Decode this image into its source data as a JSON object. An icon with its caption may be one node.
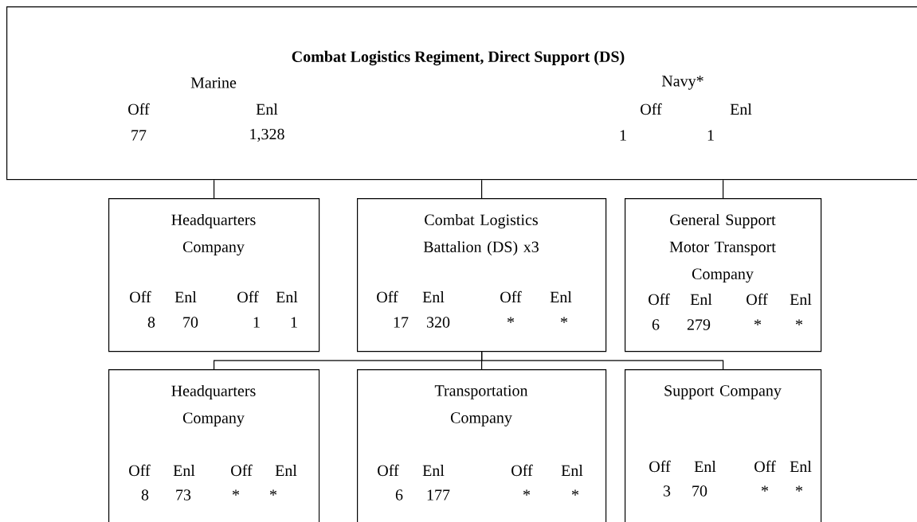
{
  "diagram": {
    "nodes": [
      {
        "text": [
          "Combat Logistics Regiment, Direct Support (DS)",
          "Marine",
          "Navy*",
          "Off",
          "Enl",
          "77",
          "1,328",
          "Off",
          "Enl",
          "1",
          "1"
        ]
      },
      {
        "text": [
          "Headquarters Company",
          "Off",
          "Enl",
          "Off",
          "Enl",
          "8",
          "70",
          "1",
          "1"
        ]
      },
      {
        "text": [
          "Combat Logistics Battalion (DS) x3",
          "Off",
          "Enl",
          "Off",
          "Enl",
          "17",
          "320",
          "*",
          "*"
        ]
      },
      {
        "text": [
          "General Support Motor Transport Company",
          "Off",
          "Enl",
          "Off",
          "Enl",
          "6",
          "279",
          "*",
          "*"
        ]
      },
      {
        "text": [
          "Headquarters Company",
          "Off",
          "Enl",
          "Off",
          "Enl",
          "8",
          "73",
          "*",
          "*"
        ]
      },
      {
        "text": [
          "Transportation Company",
          "Off",
          "Enl",
          "Off",
          "Enl",
          "6",
          "177",
          "*",
          "*"
        ]
      },
      {
        "text": [
          "Support Company",
          "Off",
          "Enl",
          "Off",
          "Enl",
          "3",
          "70",
          "*",
          "*"
        ]
      }
    ],
    "edges": [
      {
        "from": 0,
        "to": 1,
        "arrow": "none"
      },
      {
        "from": 0,
        "to": 2,
        "arrow": "none"
      },
      {
        "from": 0,
        "to": 3,
        "arrow": "none"
      },
      {
        "from": 2,
        "to": 4,
        "arrow": "none"
      },
      {
        "from": 2,
        "to": 5,
        "arrow": "none"
      },
      {
        "from": 2,
        "to": 6,
        "arrow": "none"
      }
    ]
  }
}
